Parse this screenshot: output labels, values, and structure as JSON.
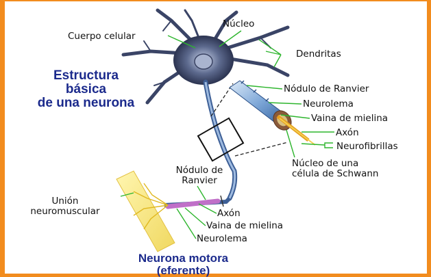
{
  "labels": {
    "nucleo": "Núcleo",
    "cuerpo": "Cuerpo celular",
    "dendritas": "Dendritas",
    "nodulo1": "Nódulo de Ranvier",
    "neurolema1": "Neurolema",
    "vaina1": "Vaina de mielina",
    "axon1": "Axón",
    "neurofibrillas": "Neurofibrillas",
    "schwann_l1": "Núcleo de una",
    "schwann_l2": "célula de Schwann",
    "nodulo2_l1": "Nódulo de",
    "nodulo2_l2": "Ranvier",
    "union_l1": "Unión",
    "union_l2": "neuromuscular",
    "axon2": "Axón",
    "vaina2": "Vaina de mielina",
    "neurolema2": "Neurolema"
  },
  "title": {
    "l1": "Estructura",
    "l2": "básica",
    "l3": "de una neurona"
  },
  "subtitle": {
    "l1": "Neurona motora",
    "l2": "(eferente)"
  },
  "colors": {
    "border": "#f28c1e",
    "title": "#1b2a8c",
    "leader": "#2db52d"
  }
}
